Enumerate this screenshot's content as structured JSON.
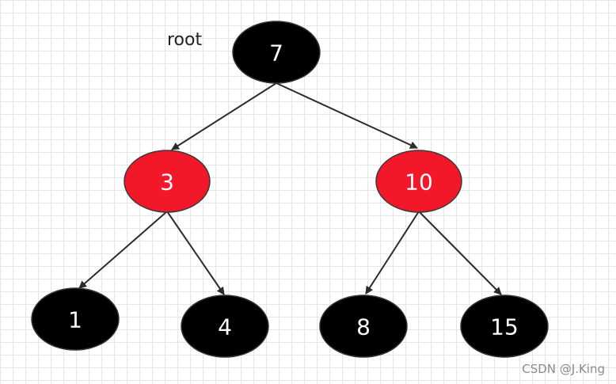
{
  "root_label": "root",
  "watermark": "CSDN @J.King",
  "colors": {
    "black_node": "#000000",
    "red_node": "#f2182a",
    "node_text": "#ffffff",
    "edge": "#2b2b2b"
  },
  "nodes": [
    {
      "id": "n7",
      "label": "7",
      "color": "black"
    },
    {
      "id": "n3",
      "label": "3",
      "color": "red"
    },
    {
      "id": "n10",
      "label": "10",
      "color": "red"
    },
    {
      "id": "n1",
      "label": "1",
      "color": "black"
    },
    {
      "id": "n4",
      "label": "4",
      "color": "black"
    },
    {
      "id": "n8",
      "label": "8",
      "color": "black"
    },
    {
      "id": "n15",
      "label": "15",
      "color": "black"
    }
  ],
  "edges": [
    {
      "from": "n7",
      "to": "n3"
    },
    {
      "from": "n7",
      "to": "n10"
    },
    {
      "from": "n3",
      "to": "n1"
    },
    {
      "from": "n3",
      "to": "n4"
    },
    {
      "from": "n10",
      "to": "n8"
    },
    {
      "from": "n10",
      "to": "n15"
    }
  ]
}
